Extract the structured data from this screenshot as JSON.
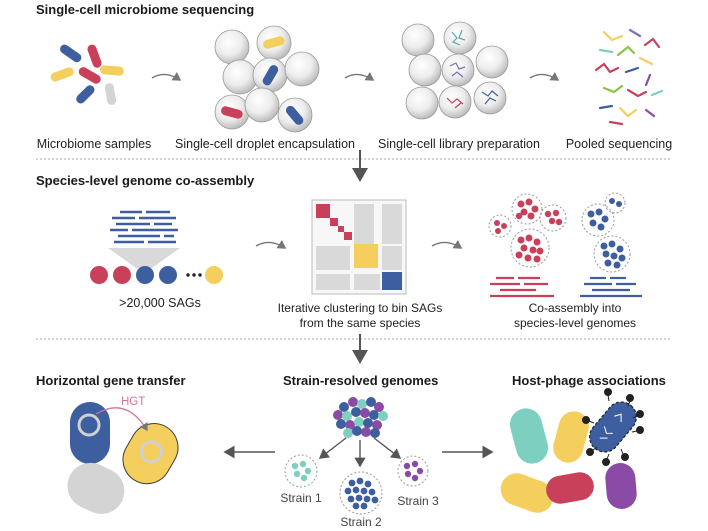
{
  "sections": {
    "sequencing": {
      "title": "Single-cell microbiome sequencing",
      "steps": [
        "Microbiome samples",
        "Single-cell droplet encapsulation",
        "Single-cell library preparation",
        "Pooled sequencing"
      ]
    },
    "coassembly": {
      "title": "Species-level genome co-assembly",
      "steps": [
        ">20,000 SAGs",
        "Iterative clustering to bin SAGs",
        "from the same species",
        "Co-assembly into",
        "species-level genomes"
      ]
    },
    "outcomes": {
      "hgt_title": "Horizontal gene transfer",
      "hgt_label": "HGT",
      "strain_title": "Strain-resolved genomes",
      "strains": [
        "Strain 1",
        "Strain 2",
        "Strain 3"
      ],
      "phage_title": "Host-phage associations"
    }
  },
  "colors": {
    "red": "#c8405a",
    "blue": "#3d5f9f",
    "yellow": "#f4cf5e",
    "gray": "#d4d4d4",
    "teal": "#7dcfc0",
    "purple": "#8b4aa6",
    "pink": "#d4739e"
  }
}
